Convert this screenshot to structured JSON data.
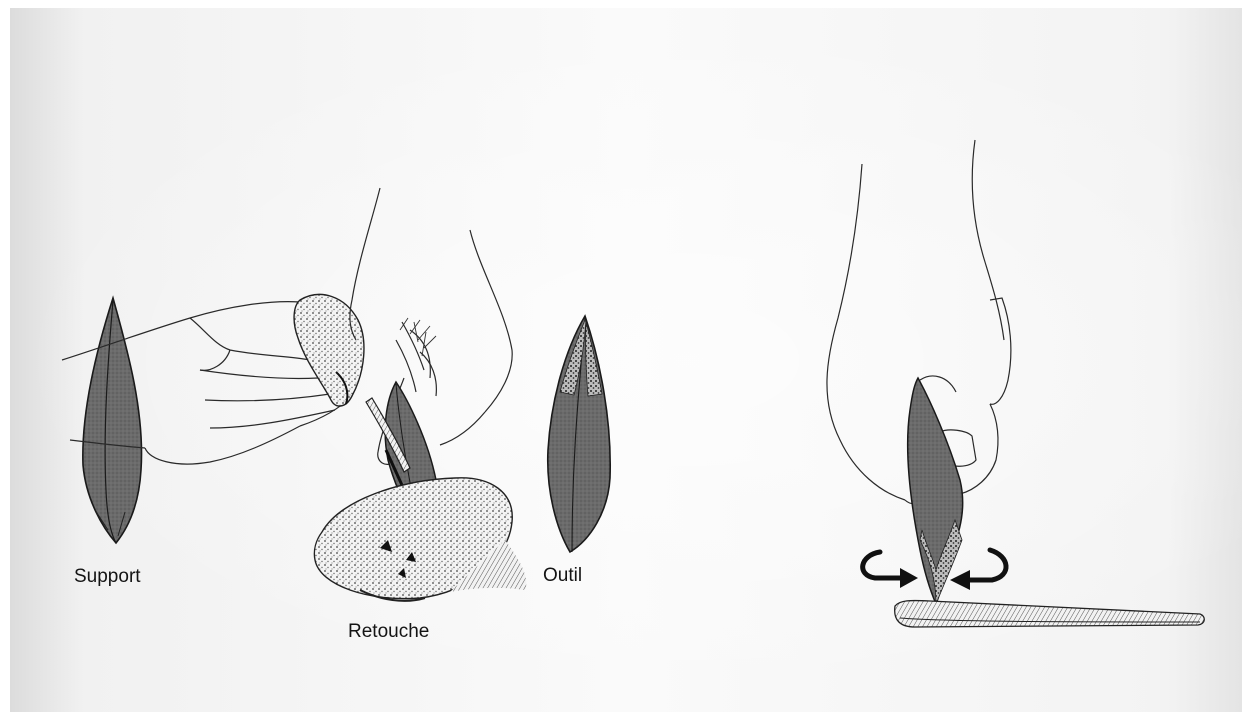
{
  "labels": {
    "support": "Support",
    "retouche": "Retouche",
    "outil": "Outil"
  },
  "colors": {
    "paper": "#f6f6f6",
    "blade_fill": "#6d6d6d",
    "ink": "#1c1c1c"
  },
  "icons": {
    "rotation_arrows": "curved-arrow-icon"
  }
}
